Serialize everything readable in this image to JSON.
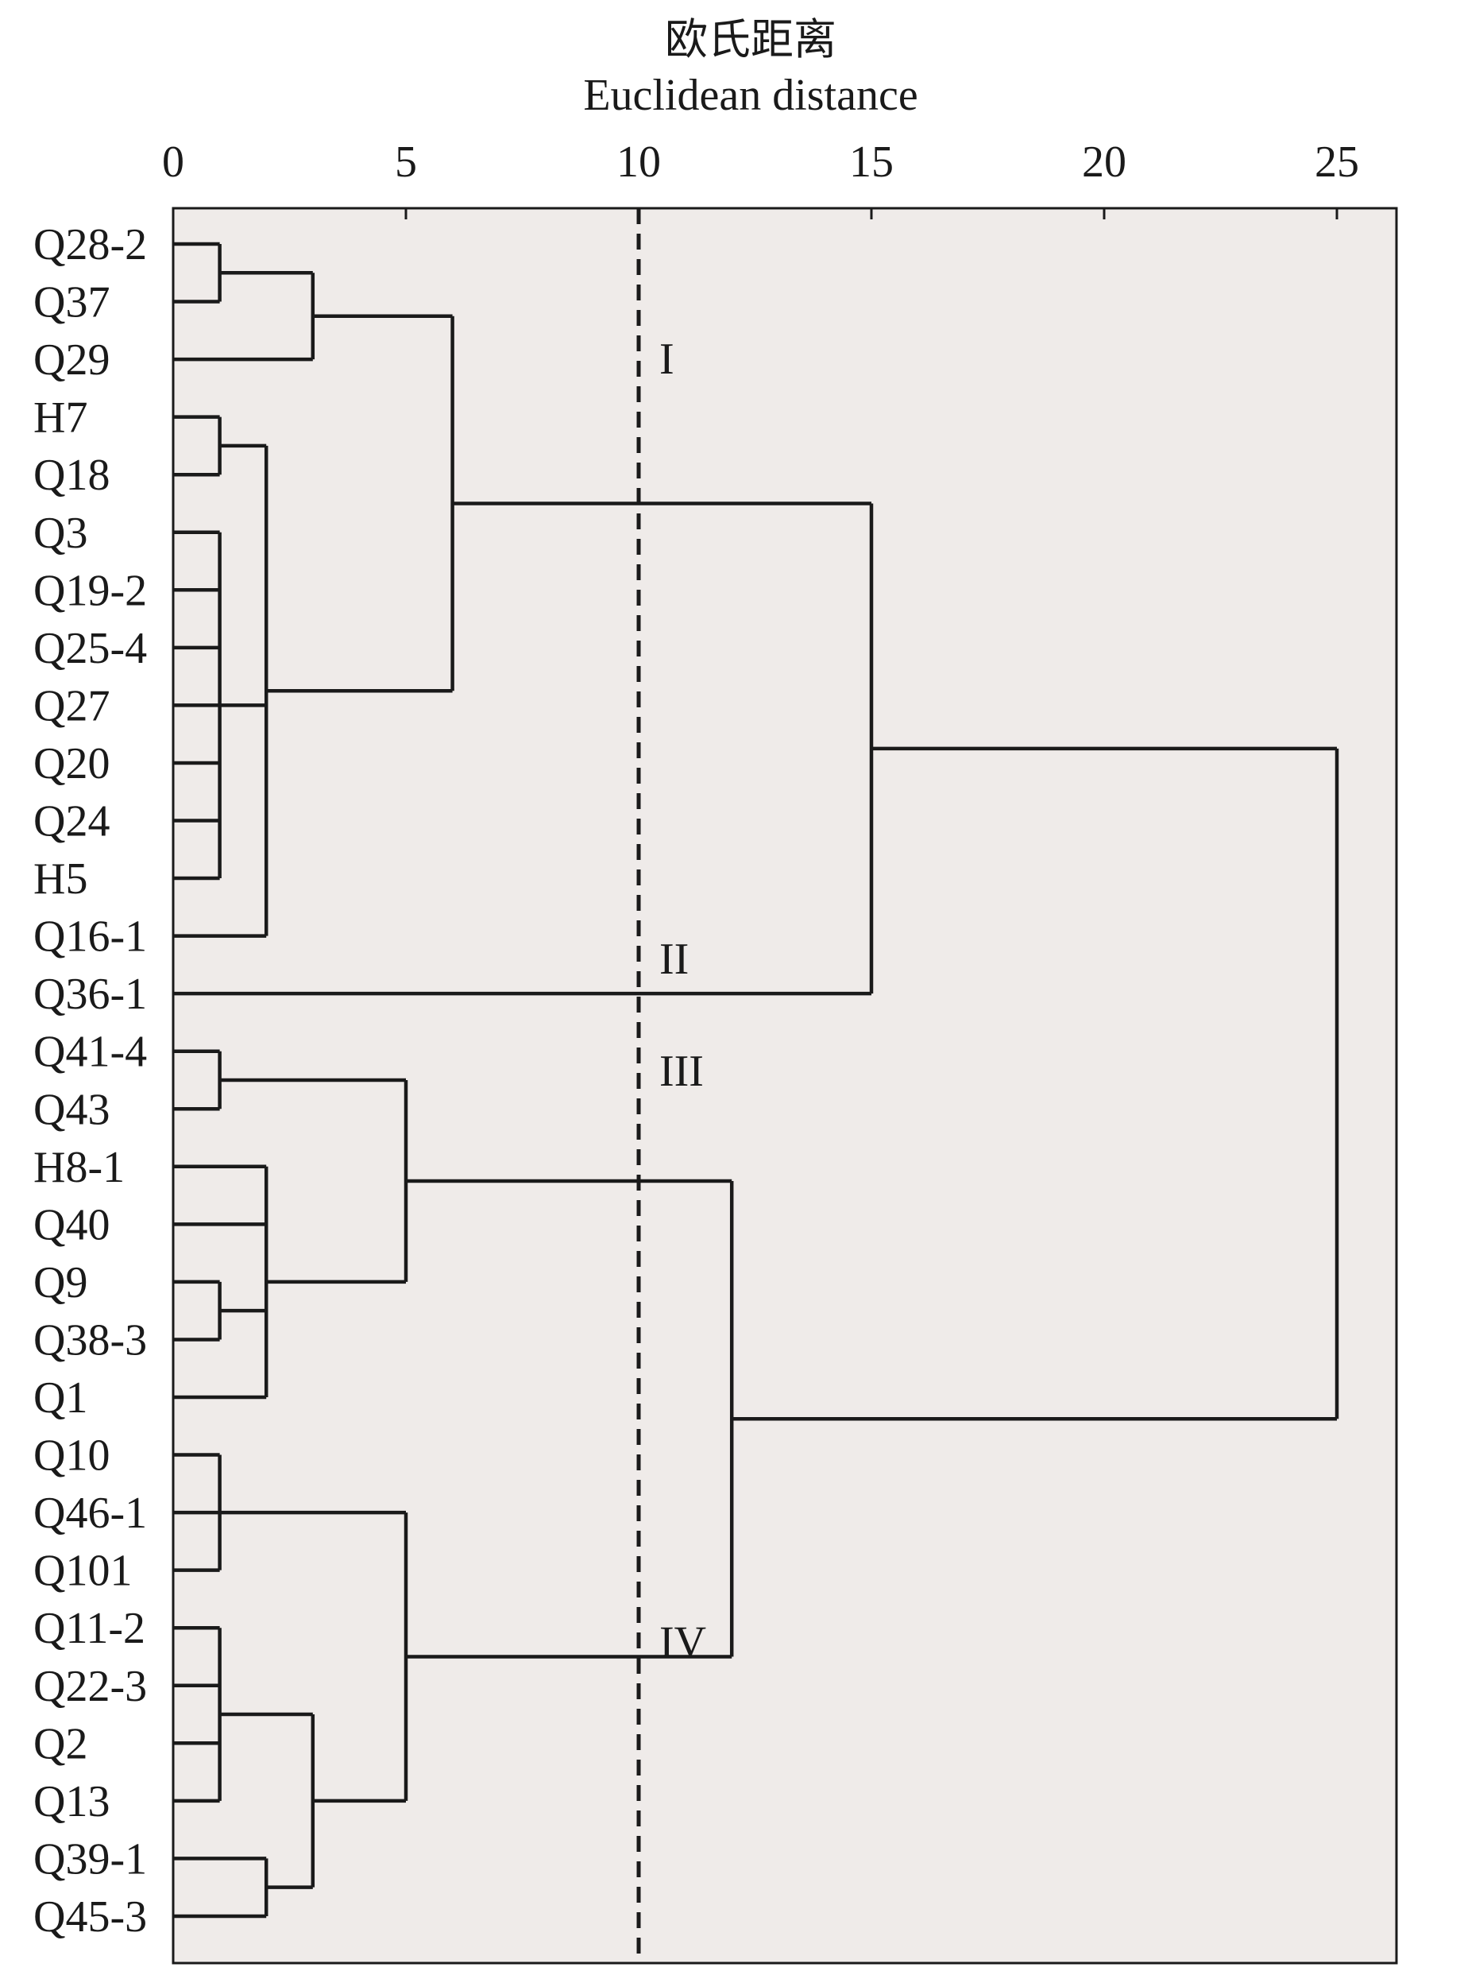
{
  "chart_data": {
    "type": "dendrogram",
    "title": "欧氏距离",
    "xlabel": "Euclidean distance",
    "ylabel": "",
    "xlim": [
      0,
      26.3
    ],
    "xticks": [
      0,
      5,
      10,
      15,
      20,
      25
    ],
    "grid": false,
    "cutoff_line": {
      "x": 10,
      "style": "dashed"
    },
    "colors": {
      "plot_background": "#efebe9",
      "line": "#1a1a1a",
      "text": "#1a1a1a"
    },
    "leaves": [
      "Q28-2",
      "Q37",
      "Q29",
      "H7",
      "Q18",
      "Q3",
      "Q19-2",
      "Q25-4",
      "Q27",
      "Q20",
      "Q24",
      "H5",
      "Q16-1",
      "Q36-1",
      "Q41-4",
      "Q43",
      "H8-1",
      "Q40",
      "Q9",
      "Q38-3",
      "Q1",
      "Q10",
      "Q46-1",
      "Q101",
      "Q11-2",
      "Q22-3",
      "Q2",
      "Q13",
      "Q39-1",
      "Q45-3"
    ],
    "merges": [
      {
        "id": "a",
        "children": [
          0,
          1
        ],
        "height": 1
      },
      {
        "id": "b",
        "children": [
          "a",
          2
        ],
        "height": 3
      },
      {
        "id": "c",
        "children": [
          3,
          4
        ],
        "height": 1
      },
      {
        "id": "d",
        "children": [
          5,
          6,
          7,
          8,
          9,
          10,
          11
        ],
        "height": 1
      },
      {
        "id": "e",
        "children": [
          "c",
          "d",
          12
        ],
        "height": 2
      },
      {
        "id": "f",
        "children": [
          "b",
          "e"
        ],
        "height": 6
      },
      {
        "id": "g",
        "children": [
          "f",
          13
        ],
        "height": 15
      },
      {
        "id": "h",
        "children": [
          14,
          15
        ],
        "height": 1
      },
      {
        "id": "i",
        "children": [
          18,
          19
        ],
        "height": 1
      },
      {
        "id": "j",
        "children": [
          16,
          17,
          "i",
          20
        ],
        "height": 2
      },
      {
        "id": "k",
        "children": [
          "h",
          "j"
        ],
        "height": 5
      },
      {
        "id": "l",
        "children": [
          21,
          22,
          23
        ],
        "height": 1
      },
      {
        "id": "m",
        "children": [
          24,
          25,
          26,
          27
        ],
        "height": 1
      },
      {
        "id": "n",
        "children": [
          28,
          29
        ],
        "height": 2
      },
      {
        "id": "o",
        "children": [
          "m",
          "n"
        ],
        "height": 3
      },
      {
        "id": "p",
        "children": [
          "l",
          "o"
        ],
        "height": 5
      },
      {
        "id": "q",
        "children": [
          "k",
          "p"
        ],
        "height": 12
      },
      {
        "id": "r",
        "children": [
          "g",
          "q"
        ],
        "height": 25
      }
    ],
    "cluster_labels": [
      {
        "text": "I",
        "at_leaf": 2.25
      },
      {
        "text": "II",
        "at_leaf": 12.65
      },
      {
        "text": "III",
        "at_leaf": 14.6
      },
      {
        "text": "IV",
        "at_leaf": 24.5
      }
    ]
  }
}
